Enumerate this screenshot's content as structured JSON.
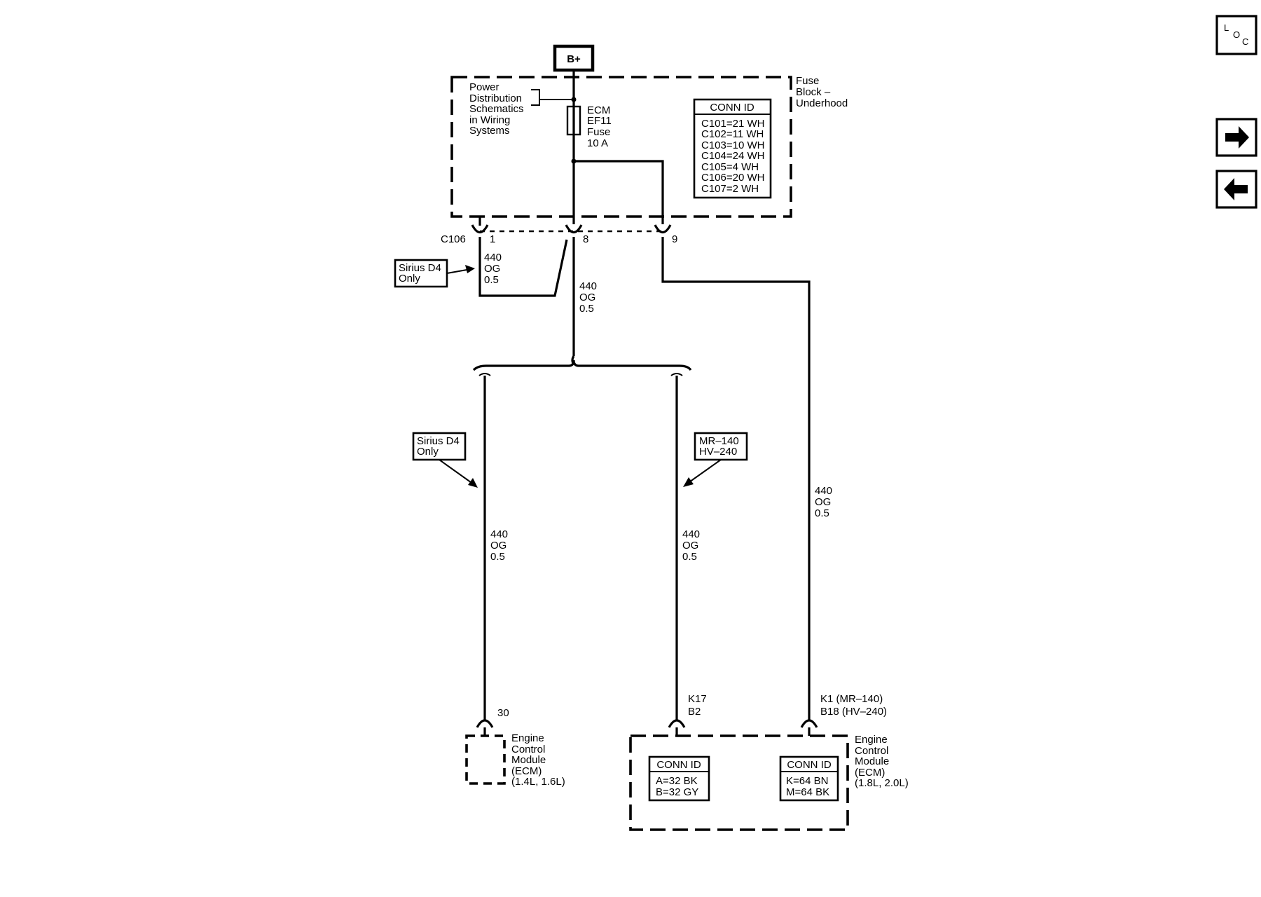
{
  "power": {
    "source": "B+"
  },
  "fuse_block": {
    "name_line1": "Fuse",
    "name_line2": "Block –",
    "name_line3": "Underhood",
    "ref_lines": [
      "Power",
      "Distribution",
      "Schematics",
      "in Wiring",
      "Systems"
    ],
    "fuse_lines": [
      "ECM",
      "EF11",
      "Fuse",
      "10 A"
    ],
    "conn_id": {
      "title": "CONN ID",
      "rows": [
        "C101=21 WH",
        "C102=11 WH",
        "C103=10 WH",
        "C104=24 WH",
        "C105=4 WH",
        "C106=20 WH",
        "C107=2 WH"
      ]
    }
  },
  "connector_c106": {
    "label": "C106",
    "pins": [
      "1",
      "8",
      "9"
    ]
  },
  "wire_labels": {
    "gauge_id": "440",
    "color": "OG",
    "size": "0.5"
  },
  "options": {
    "sirius_top": [
      "Sirius D4",
      "Only"
    ],
    "sirius_left": [
      "Sirius D4",
      "Only"
    ],
    "mr_hv": [
      "MR–140",
      "HV–240"
    ]
  },
  "ecm_left": {
    "pin": "30",
    "name_lines": [
      "Engine",
      "Control",
      "Module",
      "(ECM)",
      "(1.4L, 1.6L)"
    ]
  },
  "ecm_right": {
    "pin_mid_lines": [
      "K17",
      "B2"
    ],
    "pin_right_lines": [
      "K1 (MR–140)",
      "B18 (HV–240)"
    ],
    "name_lines": [
      "Engine",
      "Control",
      "Module",
      "(ECM)",
      "(1.8L, 2.0L)"
    ],
    "conn_id_a": {
      "title": "CONN ID",
      "rows": [
        "A=32 BK",
        "B=32 GY"
      ]
    },
    "conn_id_b": {
      "title": "CONN ID",
      "rows": [
        "K=64 BN",
        "M=64 BK"
      ]
    }
  },
  "nav": {
    "loc_letters": [
      "L",
      "O",
      "C"
    ],
    "loc_icon": "loc-icon",
    "next_icon": "arrow-right-icon",
    "prev_icon": "arrow-left-icon"
  }
}
